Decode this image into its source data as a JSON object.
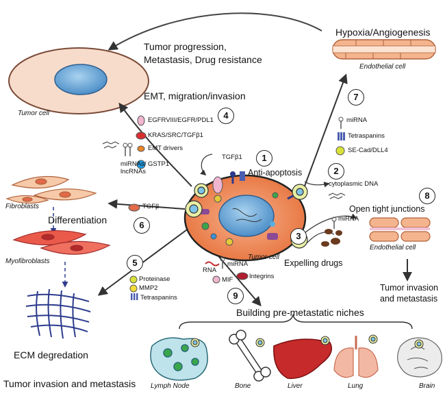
{
  "labels": {
    "tumor_progression": "Tumor progression,",
    "metastasis_drug": "Metastasis, Drug resistance",
    "emt": "EMT, migration/invasion",
    "tumor_cell_top": "Tumor cell",
    "hypoxia": "Hypoxia/Angiogenesis",
    "endothelial_top": "Endothelial cell",
    "egfr": "EGFRVIII/EGFR/PDL1",
    "kras": "KRAS/SRC/TGFβ1",
    "emt_drivers": "EMT drivers",
    "gstp1": "GSTP1",
    "mirnas_lnc_1": "miRNAs/",
    "mirnas_lnc_2": "lncRNAs",
    "mirna_7": "miRNA",
    "tetraspanins_7": "Tetraspanins",
    "secad": "SE-Cad/DLL4",
    "tgfb1": "TGFβ1",
    "anti_apoptosis": "Anti-apoptosis",
    "cytoplasmic_dna": "cytoplasmic DNA",
    "fibroblasts": "Fibroblasts",
    "differentiation": "Differentiation",
    "tgfb": "TGFβ",
    "myofibroblasts": "Myofibroblasts",
    "open_tight": "Open tight junctions",
    "mirna_8": "miRNA",
    "endothelial_right": "Endothelial cell",
    "tumor_cell_center": "Tumor cell",
    "expelling": "Expelling drugs",
    "proteinase": "Proteinase",
    "mmp2": "MMP2",
    "tetraspanins_5": "Tetraspanins",
    "rna": "RNA",
    "mirna_9": "miRNA",
    "mif": "MIF",
    "integrins": "Integrins",
    "tumor_invasion_r1": "Tumor invasion",
    "tumor_invasion_r2": "and metastasis",
    "ecm": "ECM degredation",
    "building": "Building pre-metastatic niches",
    "tumor_invasion_bottom": "Tumor invasion and metastasis",
    "lymph": "Lymph Node",
    "bone": "Bone",
    "liver": "Liver",
    "lung": "Lung",
    "brain": "Brain"
  },
  "numbers": [
    "1",
    "2",
    "3",
    "4",
    "5",
    "6",
    "7",
    "8",
    "9"
  ],
  "colors": {
    "tumor_cell_fill": "#f7dccb",
    "nucleus": "#6fa9d8",
    "center_cell": "#ec8a5a",
    "endothelial": "#f4b48e",
    "liver": "#c62a2a",
    "lung": "#f2b8a4",
    "lymph": "#bfe3ea",
    "dot_green": "#3aa64a"
  }
}
